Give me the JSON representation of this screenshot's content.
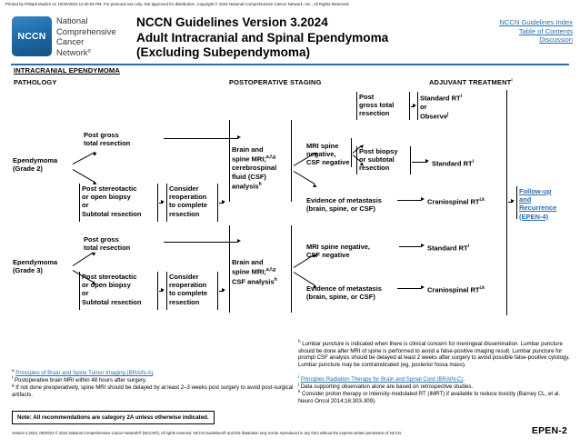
{
  "print_banner": "Printed by Pribadi Muslim on 10/20/2024 12:40:03 PM. For personal use only. Not approved for distribution. Copyright © 2024 National Comprehensive Cancer Network, Inc., All Rights Reserved.",
  "logo": {
    "acronym": "NCCN",
    "line1": "National",
    "line2": "Comprehensive",
    "line3": "Cancer",
    "line4": "Network",
    "registered": "®"
  },
  "title": {
    "line1": "NCCN Guidelines Version 3.2024",
    "line2": "Adult Intracranial and Spinal Ependymoma",
    "line3": "(Excluding Subependymoma)"
  },
  "header_links": [
    "NCCN Guidelines Index",
    "Table of Contents",
    "Discussion"
  ],
  "section_title": "INTRACRANIAL EPENDYMOMA",
  "columns": {
    "pathology": "PATHOLOGY",
    "staging": "POSTOPERATIVE STAGING",
    "adjuvant": "ADJUVANT TREATMENT",
    "adjuvant_sup": "i"
  },
  "colors": {
    "accent_blue": "#2b6cb0",
    "rule_blue": "#2b6cb0",
    "logo_blue": "#1d6aa8",
    "text_black": "#000000"
  },
  "flow": {
    "grade2": {
      "pathology_label": "Ependymoma\n(Grade 2)",
      "branch_top": "Post gross\ntotal resection",
      "branch_bottom": "Post stereotactic\nor open biopsy\nor\nSubtotal resection",
      "reoperation": "Consider\nreoperation\nto complete\nresection",
      "staging": "Brain and\nspine MRI;",
      "staging_sup": "a,f,g",
      "staging_cont": "cerebrospinal\nfluid (CSF)\nanalysis",
      "staging_cont_sup": "h",
      "outcome_negative": "MRI spine\nnegative,\nCSF negative",
      "outcome_mets": "Evidence of metastasis\n(brain, spine, or CSF)",
      "sub_gross_total": "Post\ngross total\nresection",
      "sub_biopsy": "Post biopsy\nor subtotal\nresection",
      "tx_standard_or_observe_1": "Standard RT",
      "tx_standard_or_observe_1_sup": "i",
      "tx_or": "or",
      "tx_observe": "Observe",
      "tx_observe_sup": "j",
      "tx_standard": "Standard RT",
      "tx_standard_sup": "i",
      "tx_craniospinal": "Craniospinal RT",
      "tx_craniospinal_sup": "i,k"
    },
    "grade3": {
      "pathology_label": "Ependymoma\n(Grade 3)",
      "branch_top": "Post gross\ntotal resection",
      "branch_bottom": "Post stereotactic\nor open biopsy\nor\nSubtotal resection",
      "reoperation": "Consider\nreoperation\nto complete\nresection",
      "staging": "Brain and\nspine MRI;",
      "staging_sup": "a,f,g",
      "staging_cont": "CSF analysis",
      "staging_cont_sup": "h",
      "outcome_negative": "MRI spine negative,\nCSF negative",
      "outcome_mets": "Evidence of metastasis\n(brain, spine, or CSF)",
      "tx_standard": "Standard RT",
      "tx_standard_sup": "i",
      "tx_craniospinal": "Craniospinal RT",
      "tx_craniospinal_sup": "i,k"
    },
    "followup": {
      "text": "Follow-up\nand\nRecurrence\n(EPEN-4)"
    }
  },
  "footnotes": {
    "left": [
      {
        "marker": "a",
        "link_text": "Principles of Brain and Spine Tumor Imaging (BRAIN-A)",
        "trailing": "."
      },
      {
        "marker": "f",
        "text": "Postoperative brain MRI within 48 hours after surgery."
      },
      {
        "marker": "g",
        "text": "If not done preoperatively, spine MRI should be delayed by at least 2–3 weeks post surgery to avoid post-surgical artifacts."
      }
    ],
    "right": [
      {
        "marker": "h",
        "text": "Lumbar puncture is indicated when there is clinical concern for meningeal dissemination. Lumbar puncture should be done after MRI of spine is performed to avoid a false-positive imaging result. Lumbar puncture for prompt CSF analysis should be delayed at least 2 weeks after surgery to avoid possible false-positive cytology. Lumbar puncture may be contraindicated (eg, posterior fossa mass)."
      },
      {
        "marker": "i",
        "link_text": "Principles Radiation Therapy for Brain and Spinal Cord (BRAIN-C)",
        "trailing": "."
      },
      {
        "marker": "j",
        "text": "Data supporting observation alone are based on retrospective studies."
      },
      {
        "marker": "k",
        "text": "Consider proton therapy or intensity-modulated RT (IMRT) if available to reduce toxicity (Barney CL, et al. Neuro Oncol 2014;16:303-309)."
      }
    ]
  },
  "note": "Note: All recommendations are category 2A unless otherwise indicated.",
  "footer_legal": "Version 3.2024, 09/30/24 © 2024 National Comprehensive Cancer Network® (NCCN®), All rights reserved. NCCN Guidelines® and this illustration may not be reproduced in any form without the express written permission of NCCN.",
  "page_code": "EPEN-2"
}
